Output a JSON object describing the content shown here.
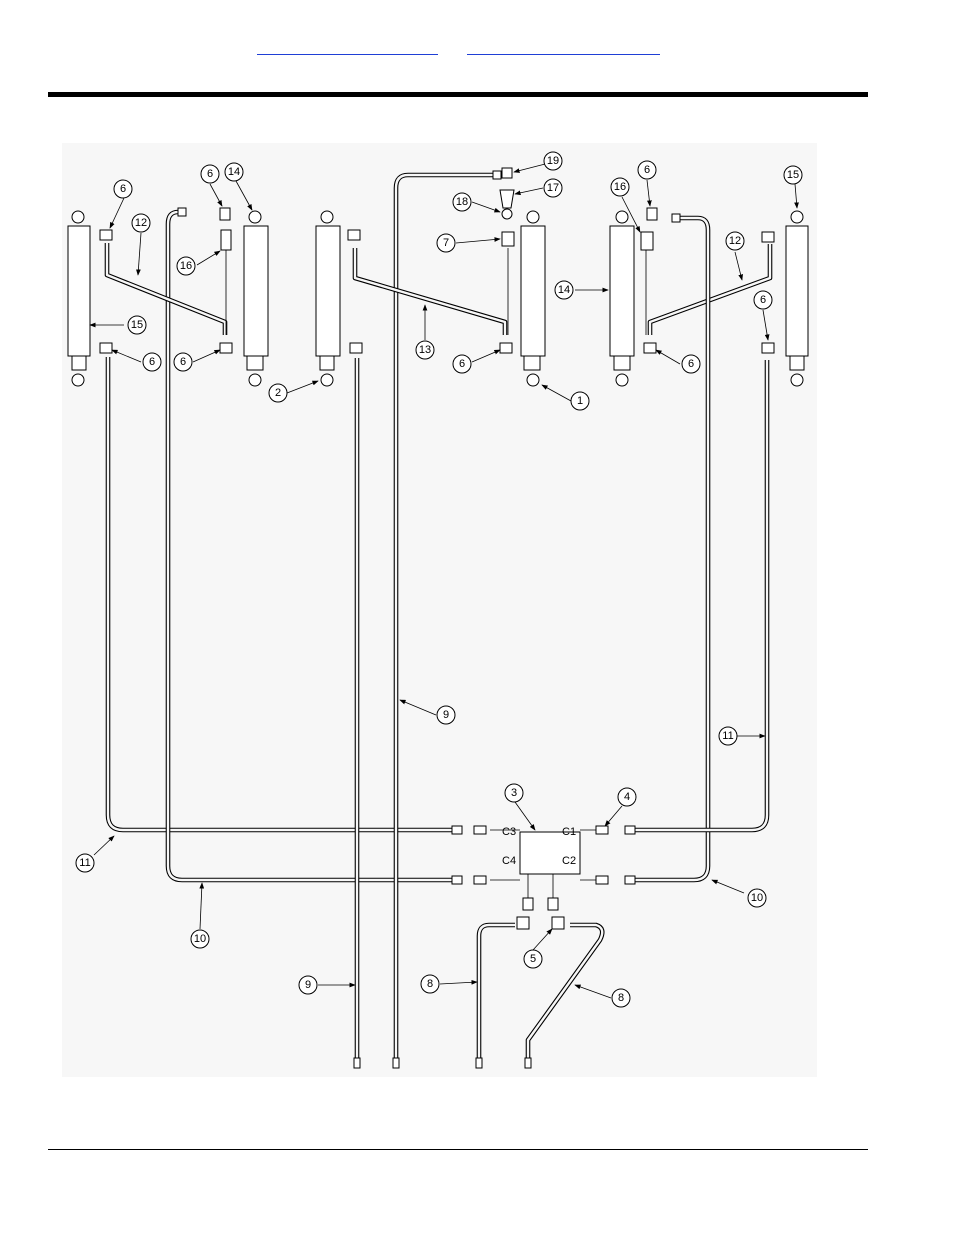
{
  "header": {
    "links": [
      {
        "text": ""
      },
      {
        "text": ""
      }
    ]
  },
  "diagram": {
    "callouts": [
      "1",
      "2",
      "3",
      "4",
      "5",
      "6",
      "6",
      "6",
      "6",
      "6",
      "6",
      "6",
      "6",
      "7",
      "8",
      "8",
      "9",
      "9",
      "10",
      "10",
      "11",
      "11",
      "12",
      "12",
      "13",
      "14",
      "14",
      "15",
      "15",
      "16",
      "16",
      "17",
      "18",
      "19"
    ],
    "ports": [
      "C1",
      "C2",
      "C3",
      "C4"
    ]
  }
}
